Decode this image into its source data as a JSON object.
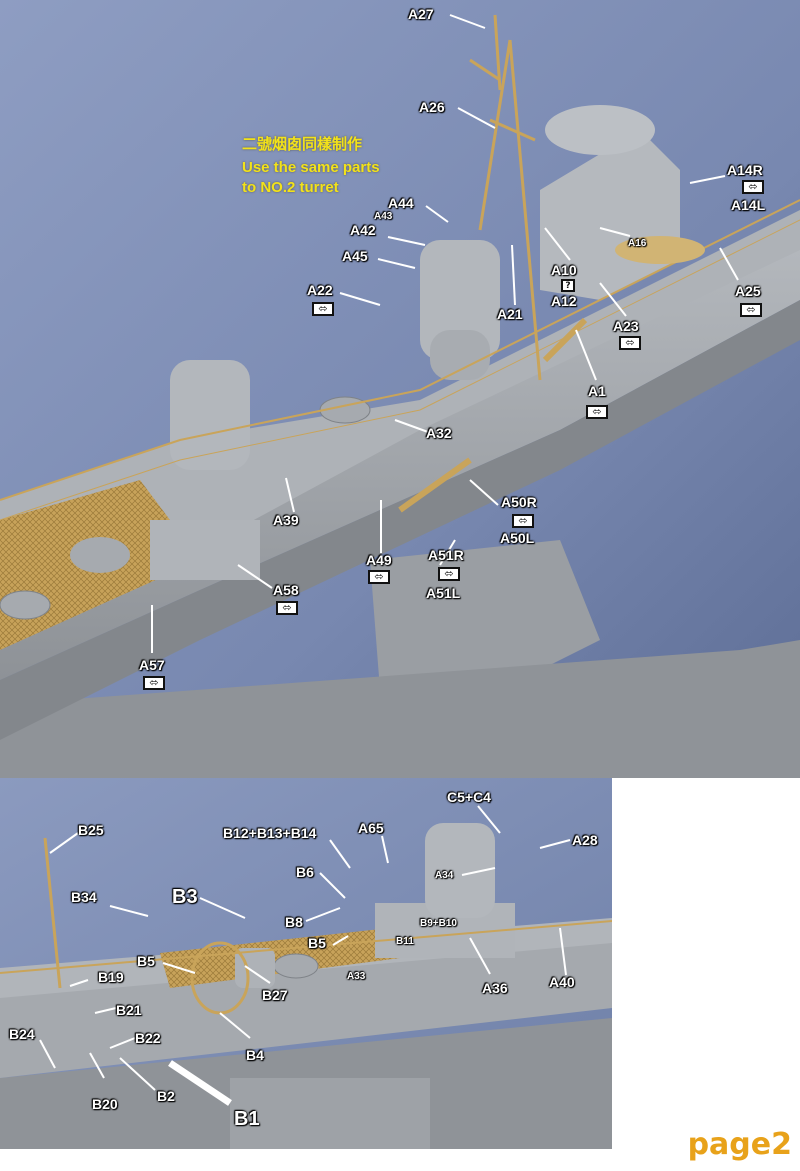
{
  "note": {
    "chinese": "二號烟囱同樣制作",
    "english_line1": "Use the same parts",
    "english_line2": "to NO.2 turret"
  },
  "top_labels": {
    "A27": "A27",
    "A26": "A26",
    "A44": "A44",
    "A43": "A43",
    "A42": "A42",
    "A45": "A45",
    "A22": "A22",
    "A14R": "A14R",
    "A14L": "A14L",
    "A16": "A16",
    "A10": "A10",
    "A12": "A12",
    "A21": "A21",
    "A25": "A25",
    "A23": "A23",
    "A1": "A1",
    "A32": "A32",
    "A39": "A39",
    "A50R": "A50R",
    "A50L": "A50L",
    "A49": "A49",
    "A51R": "A51R",
    "A51L": "A51L",
    "A58": "A58",
    "A57": "A57"
  },
  "bottom_labels": {
    "B25": "B25",
    "C5C4": "C5+C4",
    "B12B13B14": "B12+B13+B14",
    "A65": "A65",
    "A28": "A28",
    "B6": "B6",
    "B3": "B3",
    "B34": "B34",
    "A34": "A34",
    "B8": "B8",
    "B9B10": "B9+B10",
    "B5a": "B5",
    "B11": "B11",
    "B5b": "B5",
    "A33": "A33",
    "B27": "B27",
    "B19": "B19",
    "A36": "A36",
    "A40": "A40",
    "B21": "B21",
    "B24": "B24",
    "B22": "B22",
    "B4": "B4",
    "B20": "B20",
    "B2": "B2",
    "B1": "B1"
  },
  "symbols": {
    "bend": "⬄",
    "question": "?"
  },
  "page_label": "page2",
  "colors": {
    "background_blue": "#7d8db5",
    "hull_grey": "#a3a7ac",
    "brass": "#c9a45a",
    "note_yellow": "#f2e21a",
    "page_label_orange": "#e8a21a"
  }
}
